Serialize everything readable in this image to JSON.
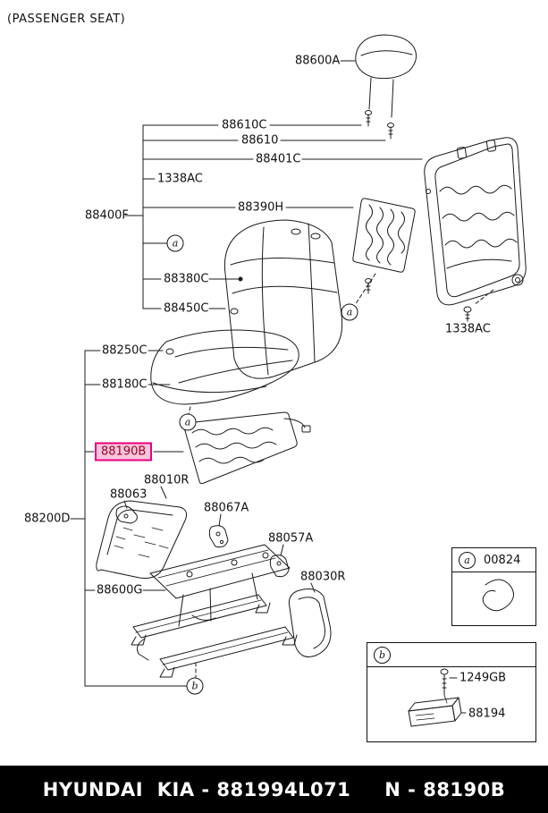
{
  "title": "(PASSENGER SEAT)",
  "parts": {
    "headrest": "88600A",
    "guide_c": "88610C",
    "guide": "88610",
    "back_frame": "88401C",
    "bolt_left": "1338AC",
    "back_assy": "88400F",
    "back_heater": "88390H",
    "back_cover": "88380C",
    "back_trim": "88450C",
    "bolt_right": "1338AC",
    "cushion_cover": "88250C",
    "cushion_pad": "88180C",
    "cushion_heater": "88190B",
    "shield_inner": "88010R",
    "bracket_63": "88063",
    "bracket_67": "88067A",
    "cushion_assy": "88200D",
    "bracket_57": "88057A",
    "shield_outer": "88030R",
    "track": "88600G"
  },
  "callouts": {
    "a": "a",
    "b": "b"
  },
  "legend": {
    "a_code": "00824",
    "screw_code": "1249GB",
    "module_code": "88194"
  },
  "footer": {
    "brand": "HYUNDAI  KIA - 881994L071",
    "part": "N - 88190B"
  },
  "colors": {
    "highlight_border": "#e6007e",
    "line": "#1a1a1a"
  }
}
